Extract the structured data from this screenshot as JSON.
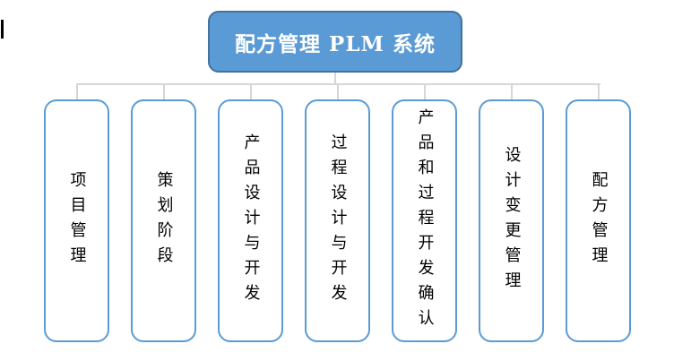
{
  "diagram": {
    "type": "org-chart",
    "root": {
      "label": "配方管理 PLM 系统"
    },
    "branches": [
      {
        "label": "项目管理"
      },
      {
        "label": "策划阶段"
      },
      {
        "label": "产品设计与开发"
      },
      {
        "label": "过程设计与开发"
      },
      {
        "label": "产品和过程开发确认"
      },
      {
        "label": "设计变更管理"
      },
      {
        "label": "配方管理"
      }
    ],
    "colors": {
      "root_fill": "#5b9bd5",
      "root_border": "#41719c",
      "root_text": "#ffffff",
      "branch_fill": "#ffffff",
      "branch_border": "#5b9bd5",
      "branch_text": "#000000",
      "connector": "#d6d6d6",
      "background": "#ffffff"
    }
  }
}
